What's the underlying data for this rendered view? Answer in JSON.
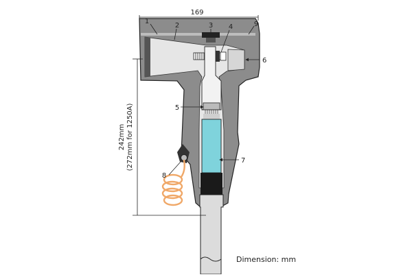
{
  "dimensions": {
    "width_label": "169",
    "height_label": "242mm",
    "height_note": "(272mm for 1250A)",
    "units_caption": "Dimension: mm"
  },
  "callouts": [
    "1",
    "2",
    "3",
    "4",
    "5",
    "6",
    "7",
    "8",
    "9"
  ],
  "colors": {
    "body": "#8c8c8c",
    "dark": "#1a1a1a",
    "light": "#e6e6e6",
    "insulation": "#7fd3dc",
    "copper": "#f0a868"
  }
}
